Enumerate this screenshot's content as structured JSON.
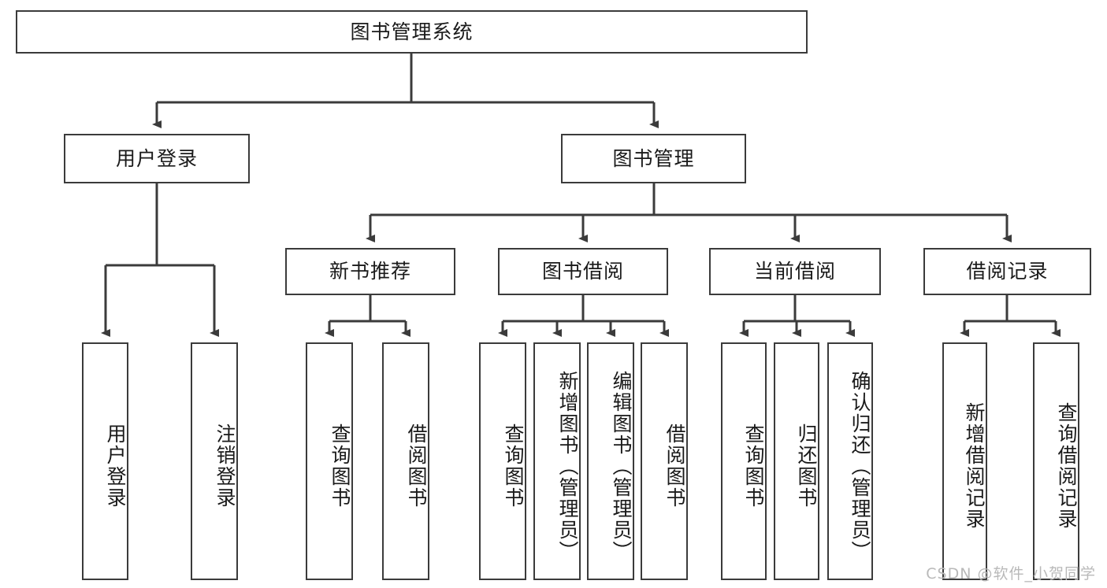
{
  "diagram": {
    "type": "tree",
    "title": "图书管理系统",
    "background": "#ffffff",
    "stroke_color": "#3b3b3b",
    "text_color": "#1a1a1a",
    "watermark": "CSDN @软件_小贺同学",
    "nodes": {
      "root": {
        "label": "图书管理系统",
        "orientation": "horizontal"
      },
      "l2": [
        {
          "label": "用户登录",
          "orientation": "horizontal"
        },
        {
          "label": "图书管理",
          "orientation": "horizontal"
        }
      ],
      "l3": [
        {
          "label": "新书推荐",
          "orientation": "horizontal"
        },
        {
          "label": "图书借阅",
          "orientation": "horizontal"
        },
        {
          "label": "当前借阅",
          "orientation": "horizontal"
        },
        {
          "label": "借阅记录",
          "orientation": "horizontal"
        }
      ],
      "leaves_user_login": [
        {
          "label": "用户登录",
          "orientation": "vertical"
        },
        {
          "label": "注销登录",
          "orientation": "vertical"
        }
      ],
      "leaves_new_book": [
        {
          "label": "查询图书",
          "orientation": "vertical"
        },
        {
          "label": "借阅图书",
          "orientation": "vertical"
        }
      ],
      "leaves_borrow": [
        {
          "label": "查询图书",
          "orientation": "vertical"
        },
        {
          "label": "新增图书（管理员）",
          "orientation": "vertical"
        },
        {
          "label": "编辑图书（管理员）",
          "orientation": "vertical"
        },
        {
          "label": "借阅图书",
          "orientation": "vertical"
        }
      ],
      "leaves_current": [
        {
          "label": "查询图书",
          "orientation": "vertical"
        },
        {
          "label": "归还图书",
          "orientation": "vertical"
        },
        {
          "label": "确认归还（管理员）",
          "orientation": "vertical"
        }
      ],
      "leaves_records": [
        {
          "label": "新增借阅记录",
          "orientation": "vertical"
        },
        {
          "label": "查询借阅记录",
          "orientation": "vertical"
        }
      ]
    }
  }
}
